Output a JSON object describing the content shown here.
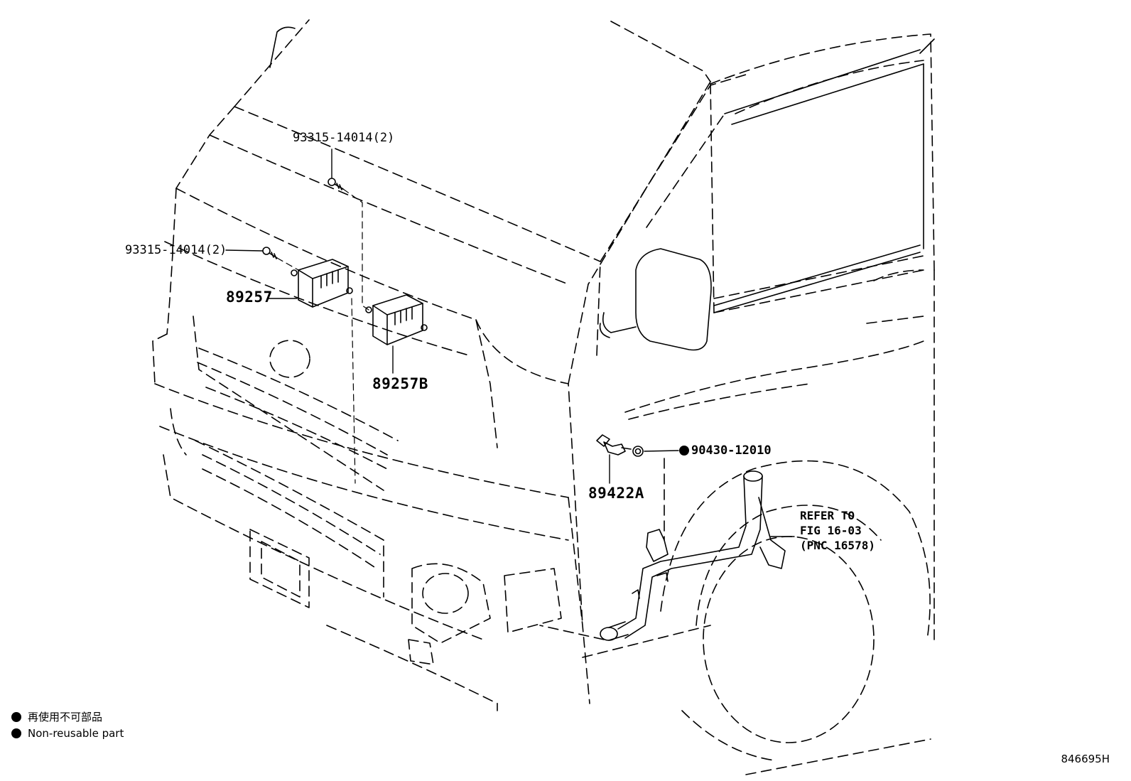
{
  "callouts": {
    "bolt_upper": "93315-14014(2)",
    "bolt_left": "93315-14014(2)",
    "part_89257": "89257",
    "part_89257b": "89257B",
    "gasket": "90430-12010",
    "sensor": "89422A",
    "refer_line1": "REFER TO",
    "refer_line2": "FIG 16-03",
    "refer_line3": "(PNC 16578)"
  },
  "legend": {
    "non_reusable_jp": "再使用不可部品",
    "non_reusable_en": "Non-reusable part",
    "marker_icon": "filled-circle-icon"
  },
  "diagram_id": "846695H"
}
